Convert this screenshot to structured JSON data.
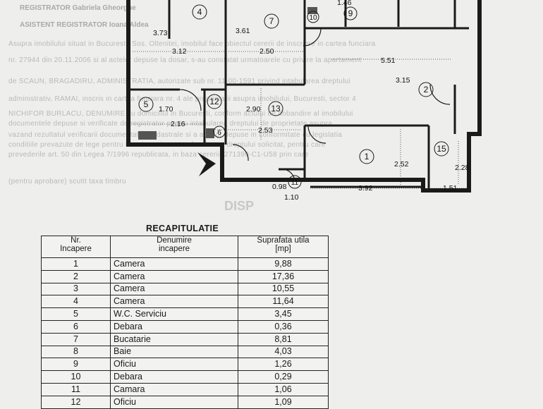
{
  "header_lines": [
    "REGISTRATOR Gabriela Gheorghe",
    "ASISTENT REGISTRATOR Ioana Aldea"
  ],
  "watermark": "DISP",
  "background_text": [
    "Asupra imobilului situat in Bucuresti, Sos. Oltenitei, imobilul face obiectul cererii de inscriere in cartea funciara",
    "nr. 27944 din 20.11.2006 si al actelor depuse la dosar, s-au constatat urmatoarele cu privire la apartament",
    "de SCAUN, BRAGADIRU, ADMINISTRATIA, autorizate sub nr. 11-00-1591 privind intabularea dreptului",
    "administrativ, RAMAI, inscris in cartea funciara nr. 4 ale proprietatii asupra imobilului, Bucuresti, sector 4",
    "NICHIFOR BURLACU, DENUMIRE cu domiciliul in Bucuresti, conform actului de dobandire al imobilului",
    "documentele depuse si verificate de registrator pentru intabularea dreptului de proprietate asupra",
    "vazand rezultatul verificarii documentatiei cadastrale si a actelor depuse in conformitate cu legislatia",
    "conditiile prevazute de lege pentru inscrierea in cartea funciara a dreptului solicitat, pentru care",
    "prevederile art. 50 din Legea 7/1996 republicata, in baza cererii, 271390-C1-U58 prin care",
    "(pentru aprobare) scutit taxa timbru"
  ],
  "plan": {
    "dimensions": [
      "1.46",
      "3.73",
      "3.61",
      "3.12",
      "2.50",
      "5.51",
      "3.15",
      "1.70",
      "2.16",
      "2.90",
      "2.53",
      "2.52",
      "2.28",
      "0.98",
      "1.10",
      "3.92",
      "1.51"
    ],
    "room_numbers": [
      "4",
      "7",
      "10",
      "9",
      "2",
      "5",
      "12",
      "13",
      "6",
      "1",
      "15",
      "11"
    ]
  },
  "recap": {
    "title": "RECAPITULATIE",
    "headers": {
      "nr": [
        "Nr.",
        "Incapere"
      ],
      "name": [
        "Denumire",
        "incapere"
      ],
      "area": [
        "Suprafata utila",
        "[mp]"
      ]
    },
    "rows": [
      {
        "nr": "1",
        "name": "Camera",
        "area": "9,88"
      },
      {
        "nr": "2",
        "name": "Camera",
        "area": "17,36"
      },
      {
        "nr": "3",
        "name": "Camera",
        "area": "10,55"
      },
      {
        "nr": "4",
        "name": "Camera",
        "area": "11,64"
      },
      {
        "nr": "5",
        "name": "W.C. Serviciu",
        "area": "3,45"
      },
      {
        "nr": "6",
        "name": "Debara",
        "area": "0,36"
      },
      {
        "nr": "7",
        "name": "Bucatarie",
        "area": "8,81"
      },
      {
        "nr": "8",
        "name": "Baie",
        "area": "4,03"
      },
      {
        "nr": "9",
        "name": "Oficiu",
        "area": "1,26"
      },
      {
        "nr": "10",
        "name": "Debara",
        "area": "0,29"
      },
      {
        "nr": "11",
        "name": "Camara",
        "area": "1,06"
      },
      {
        "nr": "12",
        "name": "Oficiu",
        "area": "1,09"
      }
    ]
  }
}
